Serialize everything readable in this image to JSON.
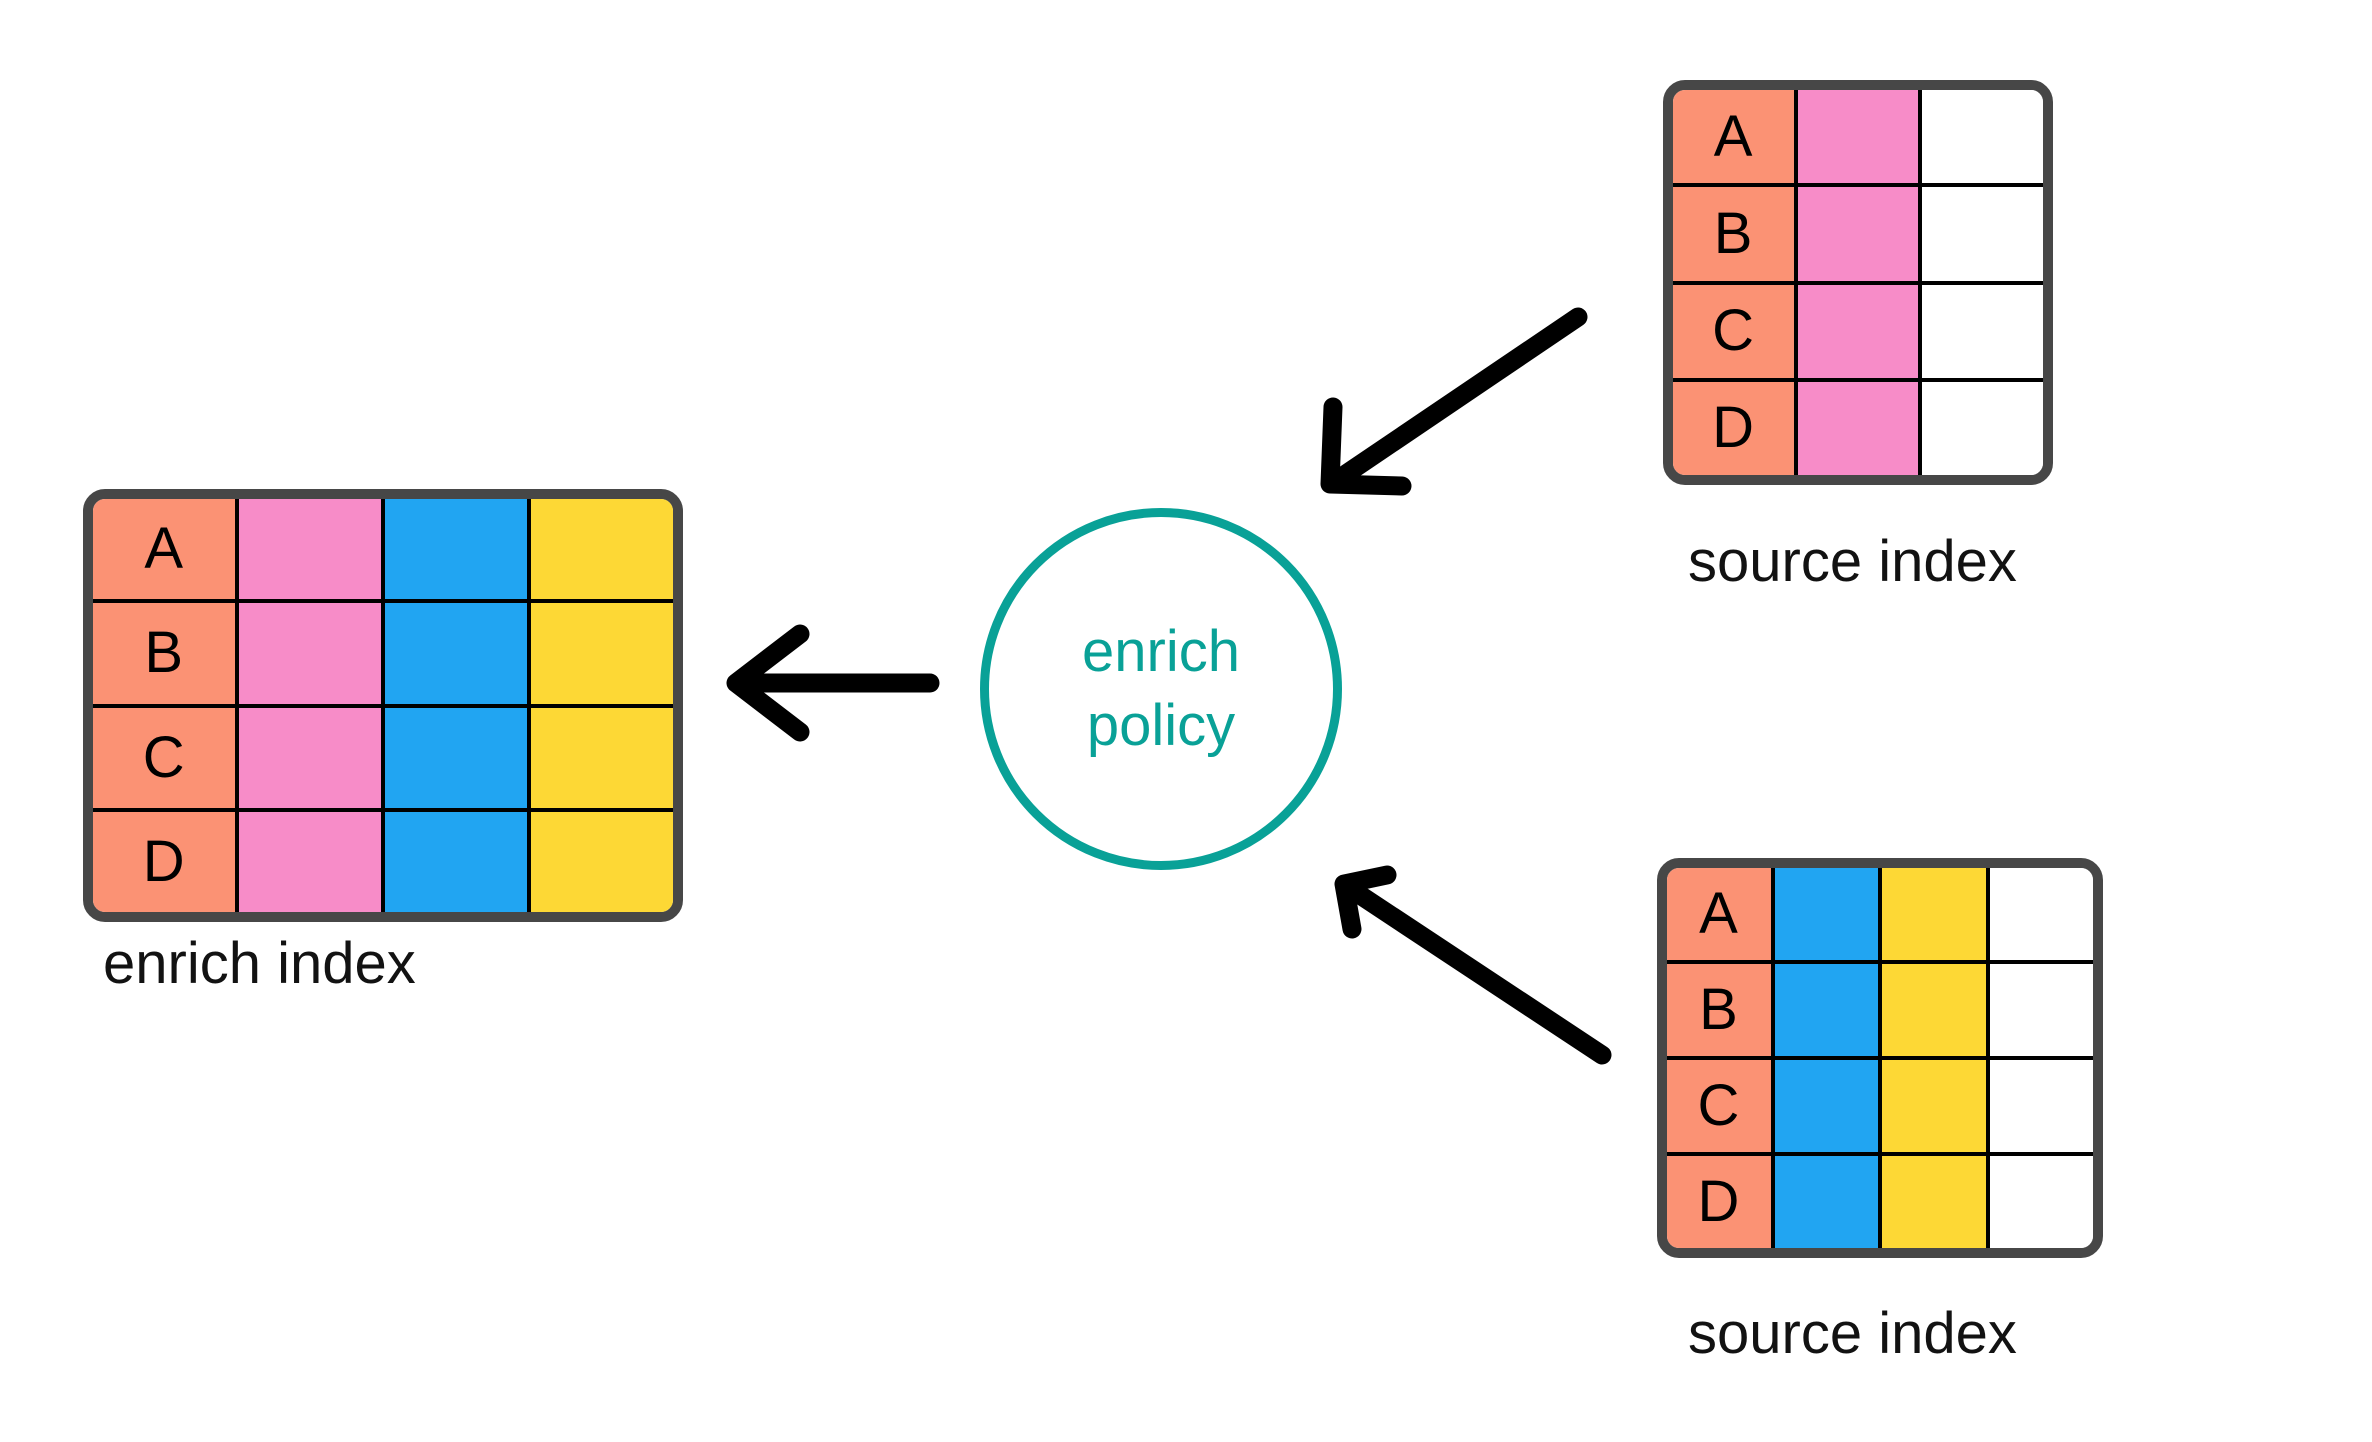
{
  "diagram": {
    "title": "enrich policy diagram",
    "background_color": "#ffffff",
    "palette": {
      "key_column": "#FB9274",
      "pink_column": "#F78CC8",
      "blue_column": "#21A5F2",
      "yellow_column": "#FDD835",
      "empty_column": "#ffffff",
      "table_border": "#474747",
      "cell_border": "#000000",
      "accent_teal": "#09A197",
      "arrow_color": "#000000",
      "text_color": "#121212"
    }
  },
  "policy_node": {
    "line1": "enrich",
    "line2": "policy",
    "shape": "circle",
    "color": "#09A197"
  },
  "tables": [
    {
      "id": "enrich-index",
      "caption": "enrich index",
      "row_keys": [
        "A",
        "B",
        "C",
        "D"
      ],
      "column_colors": [
        "#FB9274",
        "#F78CC8",
        "#21A5F2",
        "#FDD835"
      ],
      "columns": 4,
      "rows": 4
    },
    {
      "id": "source-index-top",
      "caption": "source index",
      "row_keys": [
        "A",
        "B",
        "C",
        "D"
      ],
      "column_colors": [
        "#FB9274",
        "#F78CC8",
        "#ffffff"
      ],
      "columns": 3,
      "rows": 4
    },
    {
      "id": "source-index-bottom",
      "caption": "source index",
      "row_keys": [
        "A",
        "B",
        "C",
        "D"
      ],
      "column_colors": [
        "#FB9274",
        "#21A5F2",
        "#FDD835",
        "#ffffff"
      ],
      "columns": 4,
      "rows": 4
    }
  ],
  "arrows": [
    {
      "id": "arrow-source-top-to-policy",
      "from": "source-index-top",
      "to": "policy_node",
      "direction": "down-left"
    },
    {
      "id": "arrow-source-bottom-to-policy",
      "from": "source-index-bottom",
      "to": "policy_node",
      "direction": "up-left"
    },
    {
      "id": "arrow-policy-to-enrich",
      "from": "policy_node",
      "to": "enrich-index",
      "direction": "left"
    }
  ]
}
